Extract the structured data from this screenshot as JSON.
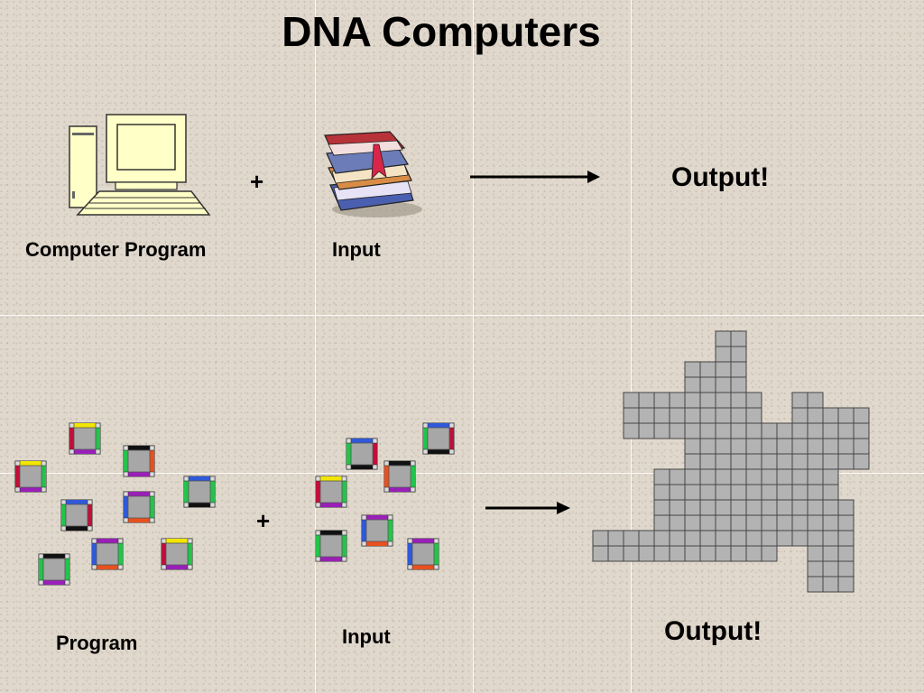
{
  "slide": {
    "title": "DNA Computers",
    "top_row": {
      "program_label": "Computer Program",
      "plus": "+",
      "input_label": "Input",
      "output_label": "Output!"
    },
    "bottom_row": {
      "program_label": "Program",
      "plus": "+",
      "input_label": "Input",
      "output_label": "Output!"
    }
  },
  "tile_colors": {
    "yellow": "#f2e600",
    "purple": "#9a1fb8",
    "black": "#111111",
    "orange": "#e8501e",
    "red": "#c0103a",
    "green": "#22c44a",
    "blue": "#2f59d8",
    "tile_fill": "#a7a7a7",
    "output_cell_fill": "#b3b3b3"
  },
  "program_tiles": [
    {
      "top": "yellow",
      "right": "green",
      "bottom": "purple",
      "left": "red"
    },
    {
      "top": "black",
      "right": "orange",
      "bottom": "purple",
      "left": "green"
    },
    {
      "top": "yellow",
      "right": "green",
      "bottom": "purple",
      "left": "red"
    },
    {
      "top": "blue",
      "right": "green",
      "bottom": "black",
      "left": "green"
    },
    {
      "top": "purple",
      "right": "green",
      "bottom": "orange",
      "left": "blue"
    },
    {
      "top": "blue",
      "right": "red",
      "bottom": "black",
      "left": "green"
    },
    {
      "top": "purple",
      "right": "green",
      "bottom": "orange",
      "left": "blue"
    },
    {
      "top": "yellow",
      "right": "green",
      "bottom": "purple",
      "left": "red"
    },
    {
      "top": "black",
      "right": "green",
      "bottom": "purple",
      "left": "green"
    }
  ],
  "input_tiles": [
    {
      "top": "blue",
      "right": "red",
      "bottom": "black",
      "left": "green"
    },
    {
      "top": "blue",
      "right": "red",
      "bottom": "black",
      "left": "green"
    },
    {
      "top": "black",
      "right": "green",
      "bottom": "purple",
      "left": "orange"
    },
    {
      "top": "yellow",
      "right": "green",
      "bottom": "purple",
      "left": "red"
    },
    {
      "top": "purple",
      "right": "green",
      "bottom": "orange",
      "left": "blue"
    },
    {
      "top": "black",
      "right": "green",
      "bottom": "purple",
      "left": "green"
    },
    {
      "top": "purple",
      "right": "green",
      "bottom": "orange",
      "left": "blue"
    }
  ]
}
